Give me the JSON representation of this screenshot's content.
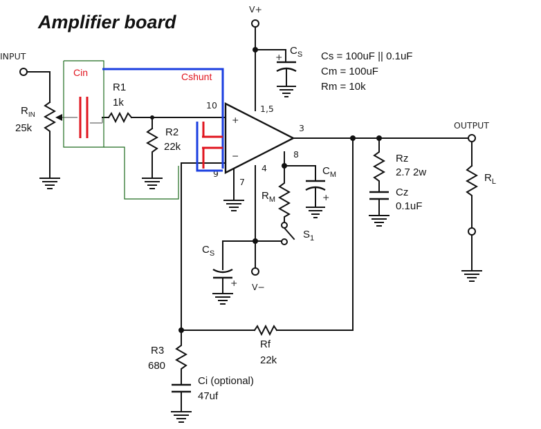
{
  "title": "Amplifier board",
  "rails": {
    "vplus": "V+",
    "vminus": "V−"
  },
  "io": {
    "input": "INPUT",
    "output": "OUTPUT"
  },
  "components": {
    "rin_name": "R",
    "rin_sub": "IN",
    "rin_value": "25k",
    "cin_name": "Cin",
    "r1_name": "R1",
    "r1_value": "1k",
    "r2_name": "R2",
    "r2_value": "22k",
    "cshunt_name": "Cshunt",
    "cs_top_name": "C",
    "cs_top_sub": "S",
    "cs_bot_name": "C",
    "cs_bot_sub": "S",
    "cm_name": "C",
    "cm_sub": "M",
    "rm_name": "R",
    "rm_sub": "M",
    "s1_name": "S",
    "s1_sub": "1",
    "rz_name": "Rz",
    "rz_value": "2.7 2w",
    "cz_name": "Cz",
    "cz_value": "0.1uF",
    "rl_name": "R",
    "rl_sub": "L",
    "r3_name": "R3",
    "r3_value": "680",
    "rf_name": "Rf",
    "rf_value": "22k",
    "ci_name": "Ci (optional)",
    "ci_value": "47uf"
  },
  "pins": {
    "p10": "10",
    "p15": "1,5",
    "p3": "3",
    "p8": "8",
    "p4": "4",
    "p7": "7",
    "p9": "9",
    "plus": "+",
    "minus": "−"
  },
  "notes": [
    "Cs = 100uF || 0.1uF",
    "Cm = 100uF",
    "Rm = 10k"
  ]
}
